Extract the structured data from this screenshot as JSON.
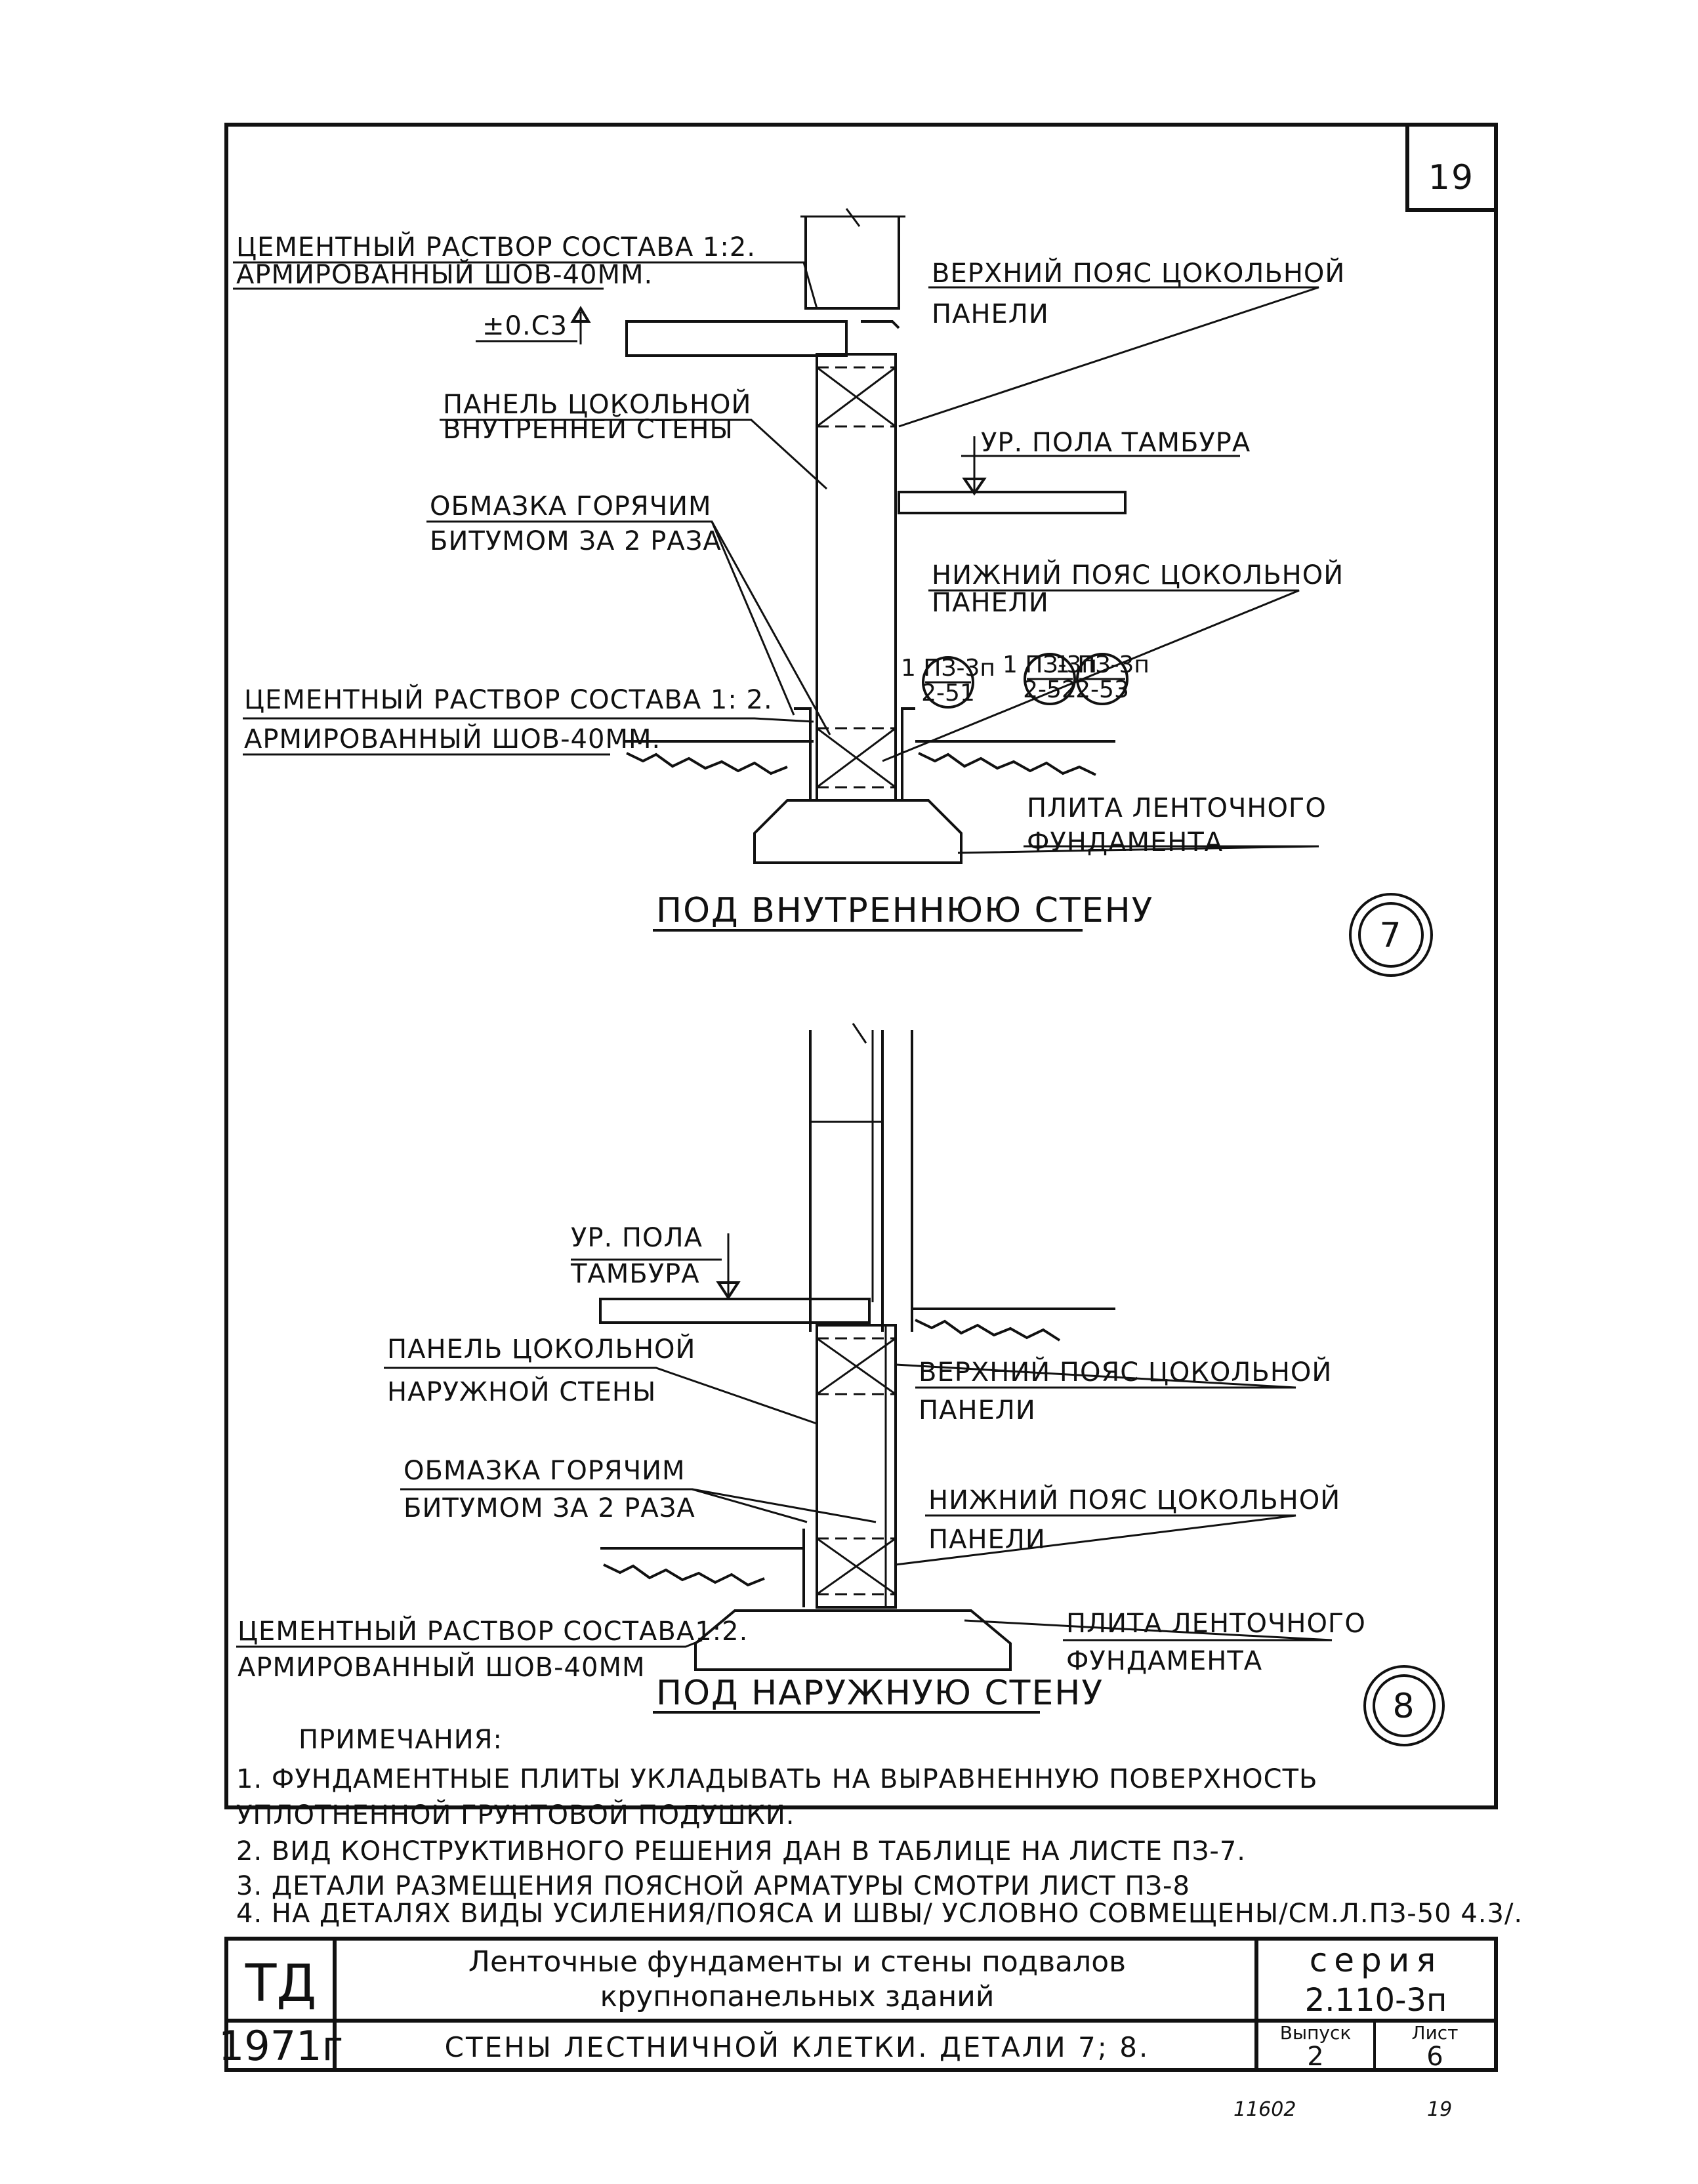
{
  "sheet": {
    "corner_number": "19",
    "detail7": {
      "title": "ПОД  ВНУТРЕННЮЮ  СТЕНУ",
      "marker": "7",
      "labels": {
        "mortar_top_1": "ЦЕМЕНТНЫЙ РАСТВОР СОСТАВА 1:2.",
        "mortar_top_2": "АРМИРОВАННЫЙ ШОВ-40ММ.",
        "level": "±0.C3",
        "upper_belt_1": "ВЕРХНИЙ ПОЯС ЦОКОЛЬНОЙ",
        "upper_belt_2": "ПАНЕЛИ",
        "panel_1": "ПАНЕЛЬ ЦОКОЛЬНОЙ",
        "panel_2": "ВНУТРЕННЕЙ СТЕНЫ",
        "floor_level": "УР. ПОЛА ТАМБУРА",
        "bitumen_1": "ОБМАЗКА ГОРЯЧИМ",
        "bitumen_2": "БИТУМОМ ЗА 2 РАЗА",
        "lower_belt_1": "НИЖНИЙ ПОЯС ЦОКОЛЬНОЙ",
        "lower_belt_2": "ПАНЕЛИ",
        "mortar_bot_1": "ЦЕМЕНТНЫЙ РАСТВОР СОСТАВА 1: 2.",
        "mortar_bot_2": "АРМИРОВАННЫЙ ШОВ-40ММ.",
        "slab_1": "ПЛИТА ЛЕНТОЧНОГО",
        "slab_2": "ФУНДАМЕНТА"
      },
      "refs": [
        {
          "top": "1 ПЗ-3п",
          "bottom": "2-51"
        },
        {
          "top": "1 ПЗ-3п",
          "bottom": "2-52"
        },
        {
          "top": "1 ПЗ-3п",
          "bottom": "2-53"
        }
      ]
    },
    "detail8": {
      "title": "ПОД  НАРУЖНУЮ  СТЕНУ",
      "marker": "8",
      "labels": {
        "floor_1": "УР. ПОЛА",
        "floor_2": "ТАМБУРА",
        "panel_1": "ПАНЕЛЬ ЦОКОЛЬНОЙ",
        "panel_2": "НАРУЖНОЙ  СТЕНЫ",
        "upper_belt_1": "ВЕРХНИЙ ПОЯС ЦОКОЛЬНОЙ",
        "upper_belt_2": "ПАНЕЛИ",
        "bitumen_1": "ОБМАЗКА  ГОРЯЧИМ",
        "bitumen_2": "БИТУМОМ ЗА 2 РАЗА",
        "lower_belt_1": "НИЖНИЙ ПОЯС ЦОКОЛЬНОЙ",
        "lower_belt_2": "ПАНЕЛИ",
        "mortar_1": "ЦЕМЕНТНЫЙ РАСТВОР СОСТАВА1:2.",
        "mortar_2": "АРМИРОВАННЫЙ ШОВ-40ММ",
        "slab_1": "ПЛИТА ЛЕНТОЧНОГО",
        "slab_2": "ФУНДАМЕНТА"
      }
    },
    "notes": {
      "heading": "ПРИМЕЧАНИЯ:",
      "items": [
        "1.  ФУНДАМЕНТНЫЕ   ПЛИТЫ   УКЛАДЫВАТЬ НА ВЫРАВНЕННУЮ ПОВЕРХНОСТЬ",
        "     УПЛОТНЕННОЙ  ГРУНТОВОЙ ПОДУШКИ.",
        "2.  ВИД КОНСТРУКТИВНОГО РЕШЕНИЯ  ДАН В ТАБЛИЦЕ НА ЛИСТЕ ПЗ-7.",
        "3.  ДЕТАЛИ РАЗМЕЩЕНИЯ  ПОЯСНОЙ АРМАТУРЫ  СМОТРИ  ЛИСТ ПЗ-8",
        "4.  НА ДЕТАЛЯХ ВИДЫ УСИЛЕНИЯ/ПОЯСА И ШВЫ/ УСЛОВНО СОВМЕЩЕНЫ/СМ.Л.ПЗ-50 4.3/."
      ]
    },
    "title_block": {
      "org": "ТД",
      "year": "1971г",
      "title_1": "Ленточные фундаменты и стены подвалов",
      "title_2": "крупнопанельных зданий",
      "subtitle": "СТЕНЫ  ЛЕСТНИЧНОЙ  КЛЕТКИ.  ДЕТАЛИ 7; 8.",
      "series_label": "серия",
      "series_value": "2.110-3п",
      "issue_label": "Выпуск",
      "issue_value": "2",
      "sheet_label": "Лист",
      "sheet_value": "6"
    },
    "footer": {
      "stamp_left": "11602",
      "stamp_right": "19"
    }
  }
}
